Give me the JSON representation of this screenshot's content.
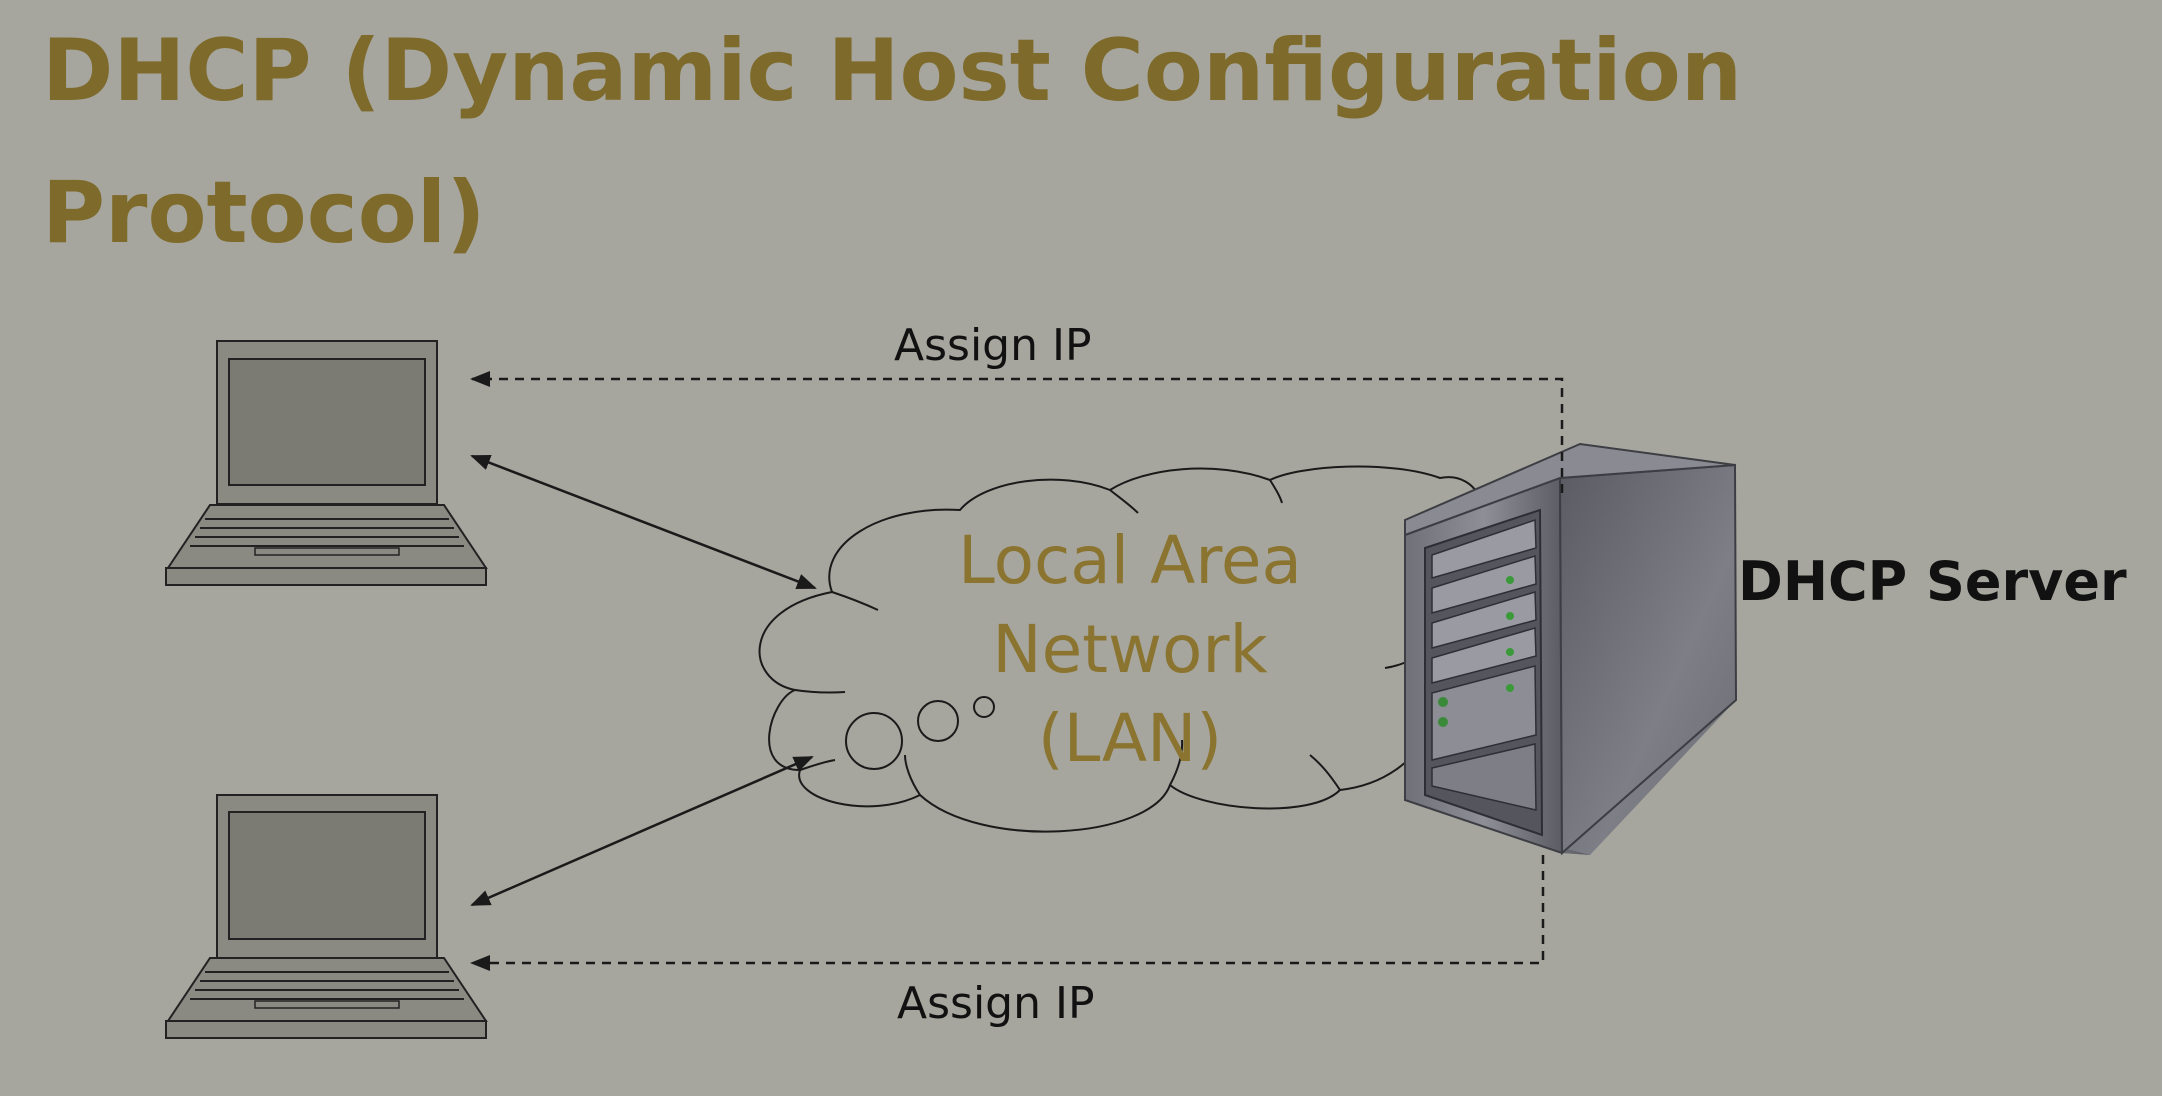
{
  "slide": {
    "title": "DHCP (Dynamic Host Configuration Protocol)"
  },
  "diagram": {
    "cloud_label_lines": [
      "Local Area",
      "Network",
      "(LAN)"
    ],
    "server_label": "DHCP Server",
    "assign_ip_top": "Assign IP",
    "assign_ip_bottom": "Assign IP"
  },
  "colors": {
    "background": "#a6a69e",
    "title": "#7e6a2a",
    "cloud_text": "#8a7430",
    "label_text": "#111111",
    "line": "#1a1a1a",
    "laptop_fill": "#8a8a82",
    "laptop_screen": "#7b7b74"
  }
}
